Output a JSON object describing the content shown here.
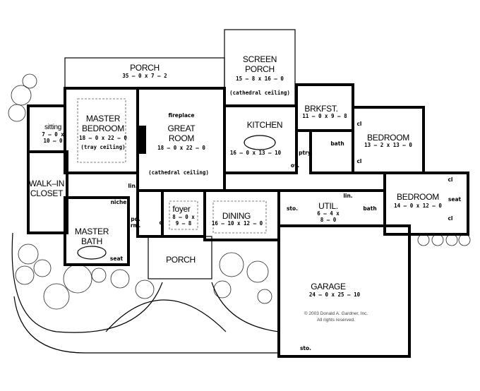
{
  "rooms": {
    "porch_rear": {
      "name": "PORCH",
      "dims": "35 – 0 x 7 – 2"
    },
    "screen_porch": {
      "name1": "SCREEN",
      "name2": "PORCH",
      "dims": "15 – 8 x 16 – 0",
      "note": "(cathedral ceiling)"
    },
    "master_bedroom": {
      "name1": "MASTER",
      "name2": "BEDROOM",
      "dims": "18 – 0 x 22 – 0",
      "note": "(tray ceiling)"
    },
    "sitting": {
      "name": "sitting",
      "dims1": "7 – 0 x",
      "dims2": "10 – 0"
    },
    "great_room": {
      "name1": "GREAT",
      "name2": "ROOM",
      "dims": "18 – 0 x 22 – 0",
      "note": "(cathedral ceiling)",
      "fireplace": "fireplace"
    },
    "kitchen": {
      "name": "KITCHEN",
      "dims": "16 – 0 x 13 – 10",
      "pantry": "ptry.",
      "oven": "ov."
    },
    "breakfast": {
      "name": "BRKFST.",
      "dims": "11 – 0 x 9 – 8"
    },
    "bedroom1": {
      "name": "BEDROOM",
      "dims": "13 – 2 x 13 – 0",
      "closet": "cl",
      "bath": "bath"
    },
    "bedroom2": {
      "name": "BEDROOM",
      "dims": "14 – 0 x 12 – 0",
      "closet": "cl",
      "seat": "seat",
      "bath": "bath"
    },
    "walk_in_closet": {
      "name1": "WALK–IN",
      "name2": "CLOSET"
    },
    "master_bath": {
      "name1": "MASTER",
      "name2": "BATH",
      "seat": "seat"
    },
    "foyer": {
      "name": "foyer",
      "dims1": "8 – 0 x",
      "dims2": "9 – 8",
      "closet": "cl"
    },
    "dining": {
      "name": "DINING",
      "dims": "16 – 10 x 12 – 0"
    },
    "utility": {
      "name": "UTIL.",
      "dims1": "6 – 4 x",
      "dims2": "8 – 0",
      "linen": "lin."
    },
    "garage": {
      "name": "GARAGE",
      "dims": "24 – 0 x 25 – 10",
      "storage": "sto."
    },
    "porch_front": {
      "name": "PORCH"
    },
    "misc": {
      "linen": "lin.",
      "niche": "niche",
      "powder1": "pd.",
      "powder2": "rm.",
      "storage": "sto."
    }
  },
  "copyright": {
    "line1": "© 2003 Donald A. Gardner, Inc.",
    "line2": "All rights reserved."
  }
}
